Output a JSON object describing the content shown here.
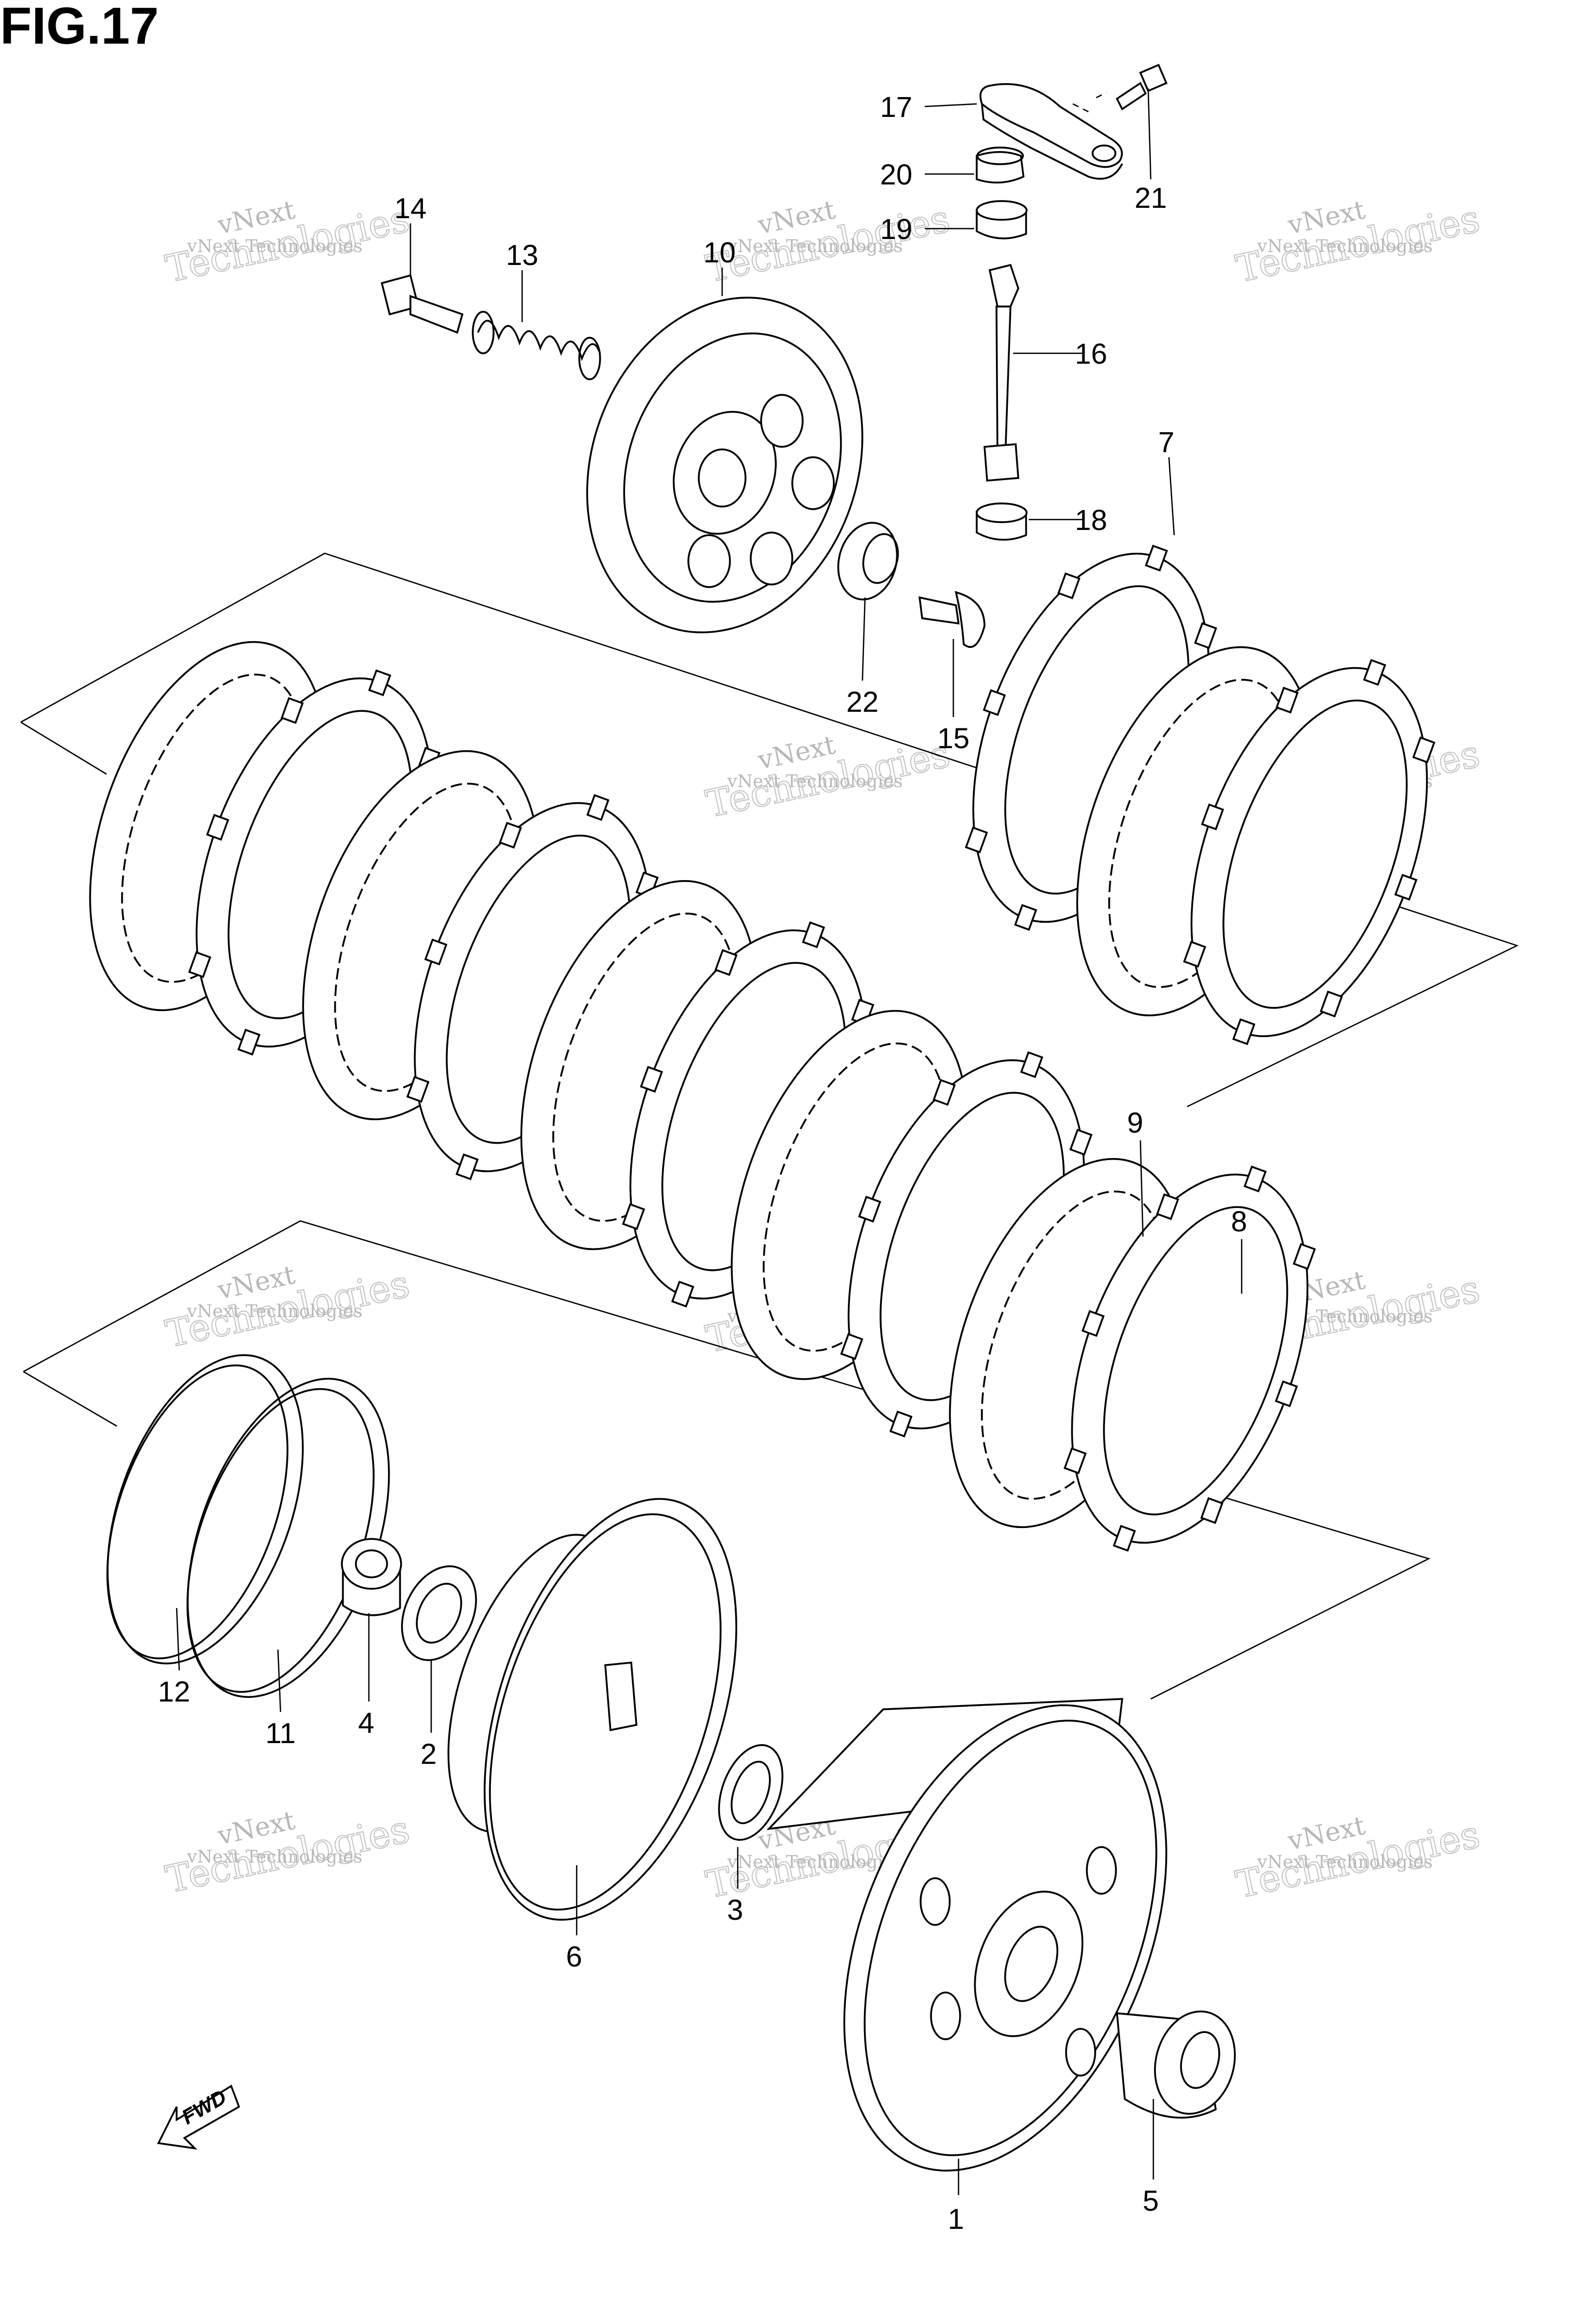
{
  "figure": {
    "title": "FIG.17"
  },
  "callouts": [
    {
      "id": "1",
      "label": "1"
    },
    {
      "id": "2",
      "label": "2"
    },
    {
      "id": "3",
      "label": "3"
    },
    {
      "id": "4",
      "label": "4"
    },
    {
      "id": "5",
      "label": "5"
    },
    {
      "id": "6",
      "label": "6"
    },
    {
      "id": "7",
      "label": "7"
    },
    {
      "id": "8",
      "label": "8"
    },
    {
      "id": "9",
      "label": "9"
    },
    {
      "id": "10",
      "label": "10"
    },
    {
      "id": "11",
      "label": "11"
    },
    {
      "id": "12",
      "label": "12"
    },
    {
      "id": "13",
      "label": "13"
    },
    {
      "id": "14",
      "label": "14"
    },
    {
      "id": "15",
      "label": "15"
    },
    {
      "id": "16",
      "label": "16"
    },
    {
      "id": "17",
      "label": "17"
    },
    {
      "id": "18",
      "label": "18"
    },
    {
      "id": "19",
      "label": "19"
    },
    {
      "id": "20",
      "label": "20"
    },
    {
      "id": "21",
      "label": "21"
    },
    {
      "id": "22",
      "label": "22"
    }
  ],
  "watermark": {
    "line1": "vNext",
    "line2": "Technologies"
  },
  "fwd_label": "FWD"
}
